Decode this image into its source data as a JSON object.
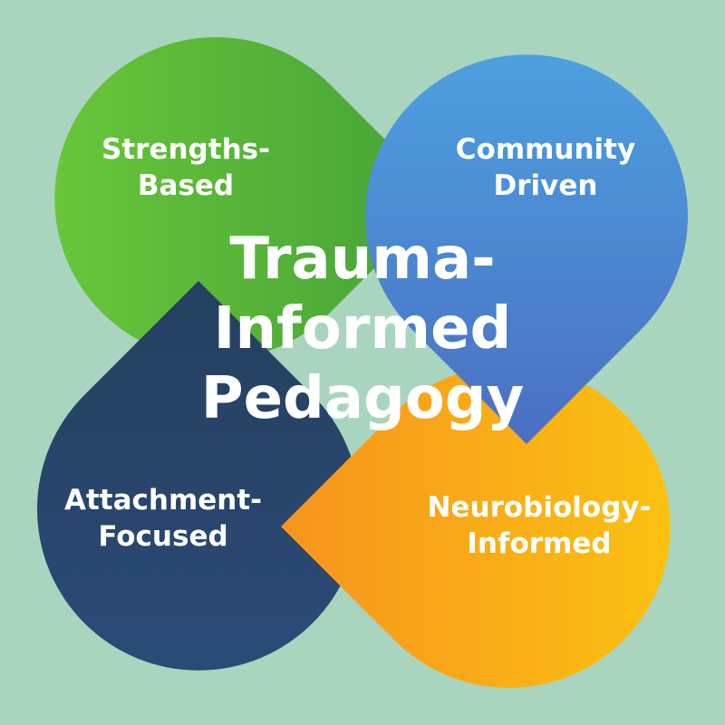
{
  "colors": {
    "background": "#a9d5bf",
    "strengths": [
      "#68c63a",
      "#45a136"
    ],
    "community": [
      "#4da0e0",
      "#4a6fc2"
    ],
    "attachment": [
      "#24415f",
      "#2b4a77"
    ],
    "neurobiology": [
      "#f7941d",
      "#fbc112"
    ],
    "text": "#ffffff"
  },
  "diagram": {
    "title": "Trauma-\nInformed\nPedagogy",
    "petals": [
      {
        "id": "strengths",
        "label": "Strengths-\nBased"
      },
      {
        "id": "community",
        "label": "Community\nDriven"
      },
      {
        "id": "attachment",
        "label": "Attachment-\nFocused"
      },
      {
        "id": "neurobiology",
        "label": "Neurobiology-\nInformed"
      }
    ]
  }
}
